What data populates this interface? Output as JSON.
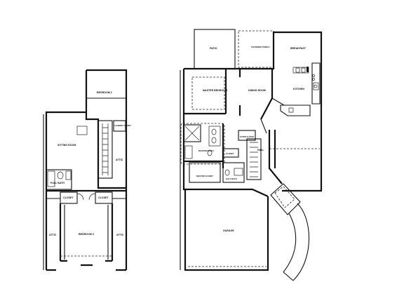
{
  "upper_floor": {
    "rooms": {
      "bedroom_2": "BEDROOM 2",
      "laundry_closet": "LAUNDRY CLOSET",
      "sitting_room": "SITTING ROOM",
      "attic_right": "ATTIC",
      "full_bath": "FULL BATH",
      "closet_left": "CLOSET",
      "closet_right": "CLOSET",
      "bedroom_3": "BEDROOM 3",
      "attic_bottom_left": "ATTIC",
      "attic_bottom_right": "ATTIC"
    }
  },
  "main_floor": {
    "rooms": {
      "patio": "PATIO",
      "covered_porch": "COVERED PORCH",
      "breakfast": "BREAKFAST",
      "master_bedroom": "MASTER BEDROOM",
      "dining_room": "DINING ROOM",
      "kitchen": "KITCHEN",
      "master_bath": "MASTER BATH",
      "foyer_closet": "FOYER CLOSET",
      "closet": "CLOSET",
      "hall": "HALL",
      "master_closet": "MASTER CLOSET",
      "half_bath": "HALF BATH",
      "garage": "GARAGE"
    }
  }
}
